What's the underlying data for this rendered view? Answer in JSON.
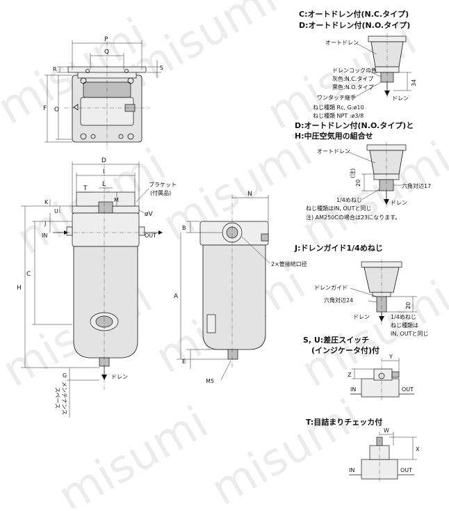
{
  "watermark": "misumi",
  "main_labels": {
    "P": "P",
    "Q": "Q",
    "R": "R",
    "S": "S",
    "O": "O",
    "F": "F",
    "D": "D",
    "I": "I",
    "T": "T",
    "L": "L",
    "M": "M",
    "K": "K",
    "U": "U",
    "J": "J",
    "H": "H",
    "C": "C",
    "G": "G",
    "V": "øV",
    "N": "N",
    "B": "B",
    "A": "A",
    "E": "E",
    "IN": "IN",
    "OUT": "OUT"
  },
  "main_notes": {
    "bracket": "ブラケット",
    "bracket_sub": "(付属品)",
    "ports": "2×管接続口径",
    "drain": "ドレン",
    "m5": "M5",
    "maint1": "メンテナンス",
    "maint2": "スペース"
  },
  "panel_c": {
    "title1": "C:オートドレン付(N.C.タイプ)",
    "title2": "D:オートドレン付(N.O.タイプ)",
    "auto_drain": "オートドレン",
    "cock_color": "ドレンコックの色",
    "gray": "灰色:N.C.タイプ",
    "black": "黒色:N.O.タイプ",
    "dim34": "34",
    "drain": "ドレン",
    "one_touch": "ワンタッチ継手",
    "thread1": "ねじ種類 Rc, G:ø10",
    "thread2": "ねじ種類 NPT  :ø3/8"
  },
  "panel_d": {
    "title1": "D:オートドレン付(N.O.タイプ)と",
    "title2": "H:中圧空気用の組合せ",
    "auto_drain": "オートドレン",
    "dim20": "20",
    "dim20_note": "(注)",
    "hex17": "六角対辺17",
    "quarter": "1/4めねじ",
    "drain": "ドレン",
    "thread_note": "ねじ種類はIN, OUTと同じ",
    "note": "注) AM250Cの場合は23になります。"
  },
  "panel_j": {
    "title": "J:ドレンガイド1/4めねじ",
    "guide": "ドレンガイド",
    "hex24": "六角対辺24",
    "dim20": "20",
    "quarter": "1/4めねじ",
    "drain": "ドレン",
    "thread1": "ねじ種類は",
    "thread2": "IN, OUTと同じ"
  },
  "panel_s": {
    "title1": "S, U:差圧スイッチ",
    "title2": "(インジケータ付)付",
    "Y": "Y",
    "Z": "Z",
    "IN": "IN",
    "OUT": "OUT"
  },
  "panel_t": {
    "title": "T:目詰まりチェッカ付",
    "W": "W",
    "X": "X",
    "IN": "IN",
    "OUT": "OUT"
  }
}
